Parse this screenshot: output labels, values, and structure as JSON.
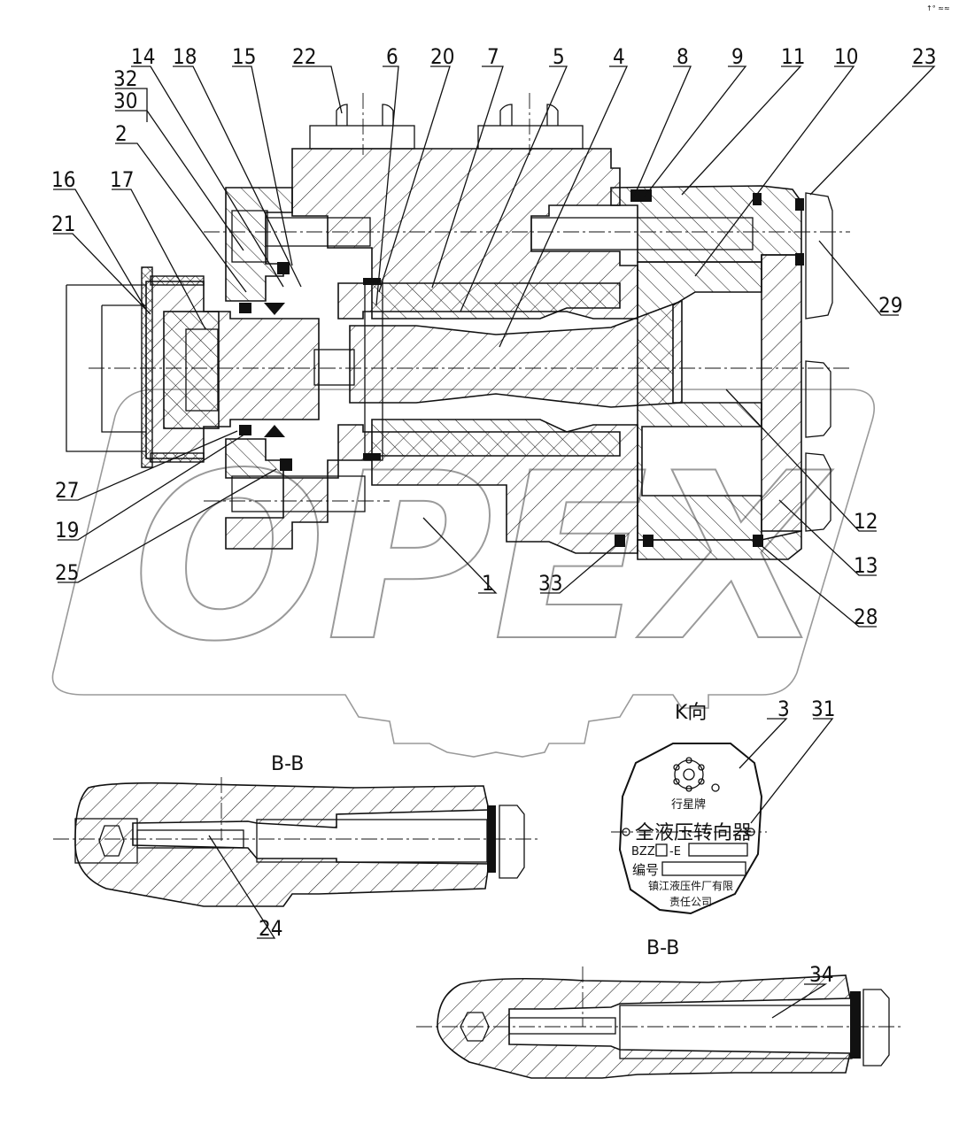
{
  "corner_mark": "↑° ≈≈",
  "callouts": [
    {
      "id": "14",
      "text": "14"
    },
    {
      "id": "18",
      "text": "18"
    },
    {
      "id": "15",
      "text": "15"
    },
    {
      "id": "22",
      "text": "22"
    },
    {
      "id": "6",
      "text": "6"
    },
    {
      "id": "20",
      "text": "20"
    },
    {
      "id": "7",
      "text": "7"
    },
    {
      "id": "5",
      "text": "5"
    },
    {
      "id": "4",
      "text": "4"
    },
    {
      "id": "8",
      "text": "8"
    },
    {
      "id": "9",
      "text": "9"
    },
    {
      "id": "11",
      "text": "11"
    },
    {
      "id": "10",
      "text": "10"
    },
    {
      "id": "23",
      "text": "23"
    },
    {
      "id": "32",
      "text": "32"
    },
    {
      "id": "30",
      "text": "30"
    },
    {
      "id": "2",
      "text": "2"
    },
    {
      "id": "16",
      "text": "16"
    },
    {
      "id": "17",
      "text": "17"
    },
    {
      "id": "21",
      "text": "21"
    },
    {
      "id": "29",
      "text": "29"
    },
    {
      "id": "27",
      "text": "27"
    },
    {
      "id": "19",
      "text": "19"
    },
    {
      "id": "25",
      "text": "25"
    },
    {
      "id": "1",
      "text": "1"
    },
    {
      "id": "33",
      "text": "33"
    },
    {
      "id": "12",
      "text": "12"
    },
    {
      "id": "13",
      "text": "13"
    },
    {
      "id": "28",
      "text": "28"
    },
    {
      "id": "3",
      "text": "3"
    },
    {
      "id": "31",
      "text": "31"
    },
    {
      "id": "24",
      "text": "24"
    },
    {
      "id": "34",
      "text": "34"
    }
  ],
  "views": {
    "k_view": "K向",
    "section_left": "B-B",
    "section_right": "B-B"
  },
  "nameplate": {
    "brand": "行星牌",
    "product": "全液压转向器",
    "model_prefix": "BZZ",
    "model_suffix": "-E",
    "serial_label": "编号",
    "maker_line1": "镇江液压件厂有限",
    "maker_line2": "责任公司"
  },
  "watermark": "OPEX"
}
